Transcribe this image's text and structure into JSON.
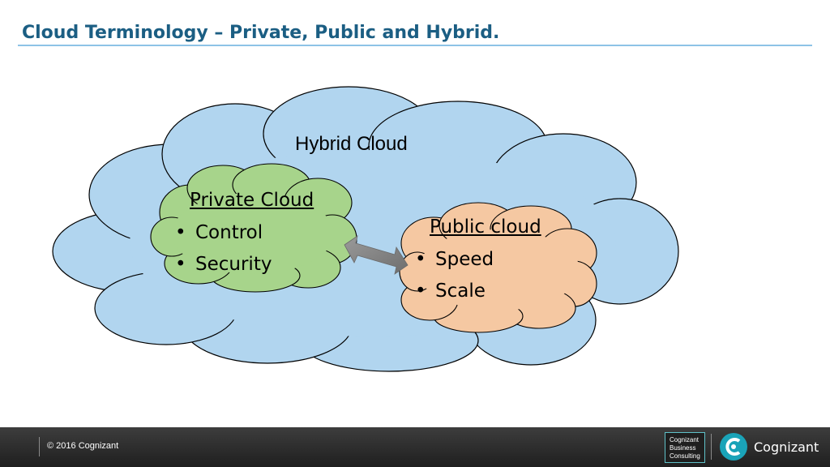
{
  "header": {
    "title": "Cloud Terminology – Private, Public and Hybrid."
  },
  "diagram": {
    "hybrid_cloud": {
      "label": "Hybrid Cloud",
      "fill": "#b1d5ef"
    },
    "private_cloud": {
      "heading": "Private Cloud",
      "bullets": [
        "Control",
        "Security"
      ],
      "fill": "#a7d48b"
    },
    "public_cloud": {
      "heading": "Public cloud",
      "bullets": [
        "Speed",
        "Scale"
      ],
      "fill": "#f5c8a2"
    },
    "connector_color": "#7f7f7f"
  },
  "footer": {
    "copyright": "© 2016 Cognizant",
    "cbc_lines": [
      "Cognizant",
      "Business",
      "Consulting"
    ],
    "brand": "Cognizant",
    "background": "#2e2e2e"
  }
}
